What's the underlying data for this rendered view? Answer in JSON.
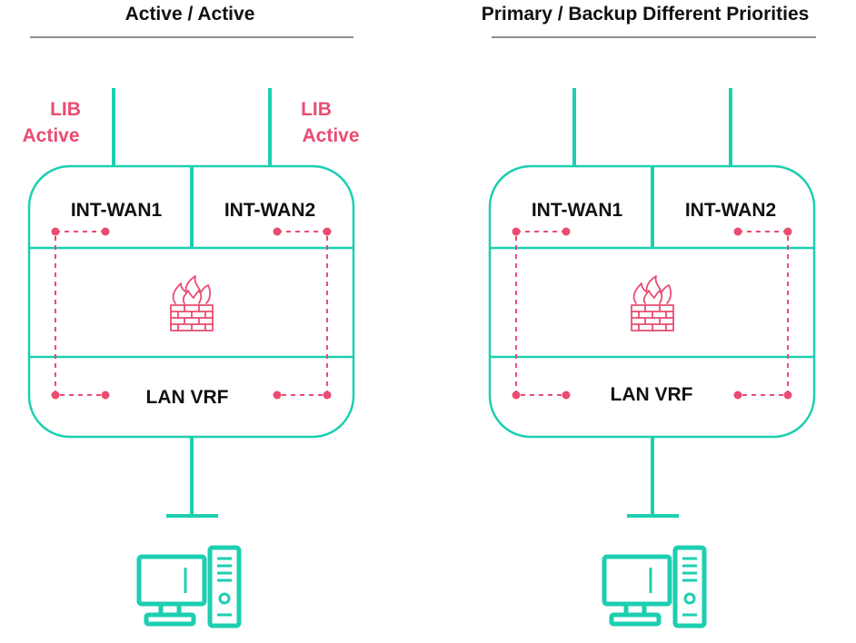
{
  "colors": {
    "accent": "#1ccfb0",
    "path": "#ea4c72",
    "text": "#111111"
  },
  "panels": [
    {
      "title": "Active / Active",
      "wan1": {
        "label": "INT-WAN1",
        "status_line1": "LIB",
        "status_line2": "Active"
      },
      "wan2": {
        "label": "INT-WAN2",
        "status_line1": "LIB",
        "status_line2": "Active"
      },
      "center_icon": "firewall-icon",
      "lan": {
        "label": "LAN VRF"
      },
      "endpoint_icon": "desktop-computer-icon"
    },
    {
      "title": "Primary / Backup Different Priorities",
      "wan1": {
        "label": "INT-WAN1"
      },
      "wan2": {
        "label": "INT-WAN2"
      },
      "center_icon": "firewall-icon",
      "lan": {
        "label": "LAN VRF"
      },
      "endpoint_icon": "desktop-computer-icon"
    }
  ]
}
